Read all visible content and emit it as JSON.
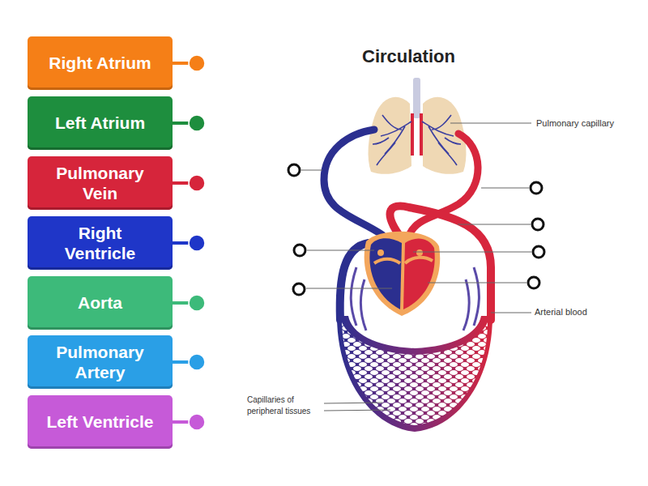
{
  "diagram": {
    "title": "Circulation",
    "nodes": [
      {
        "text": [
          "Right Atrium"
        ]
      },
      {
        "text": [
          "Left Atrium"
        ]
      },
      {
        "text": [
          "Pulmonary Vein"
        ]
      },
      {
        "text": [
          "Right Ventricle"
        ]
      },
      {
        "text": [
          "Aorta"
        ]
      },
      {
        "text": [
          "Pulmonary Artery"
        ]
      },
      {
        "text": [
          "Left Ventricle"
        ]
      }
    ],
    "labels": [
      "Pulmonary capillary",
      "Arterial blood",
      "Capillaries of peripheral tissues"
    ]
  }
}
